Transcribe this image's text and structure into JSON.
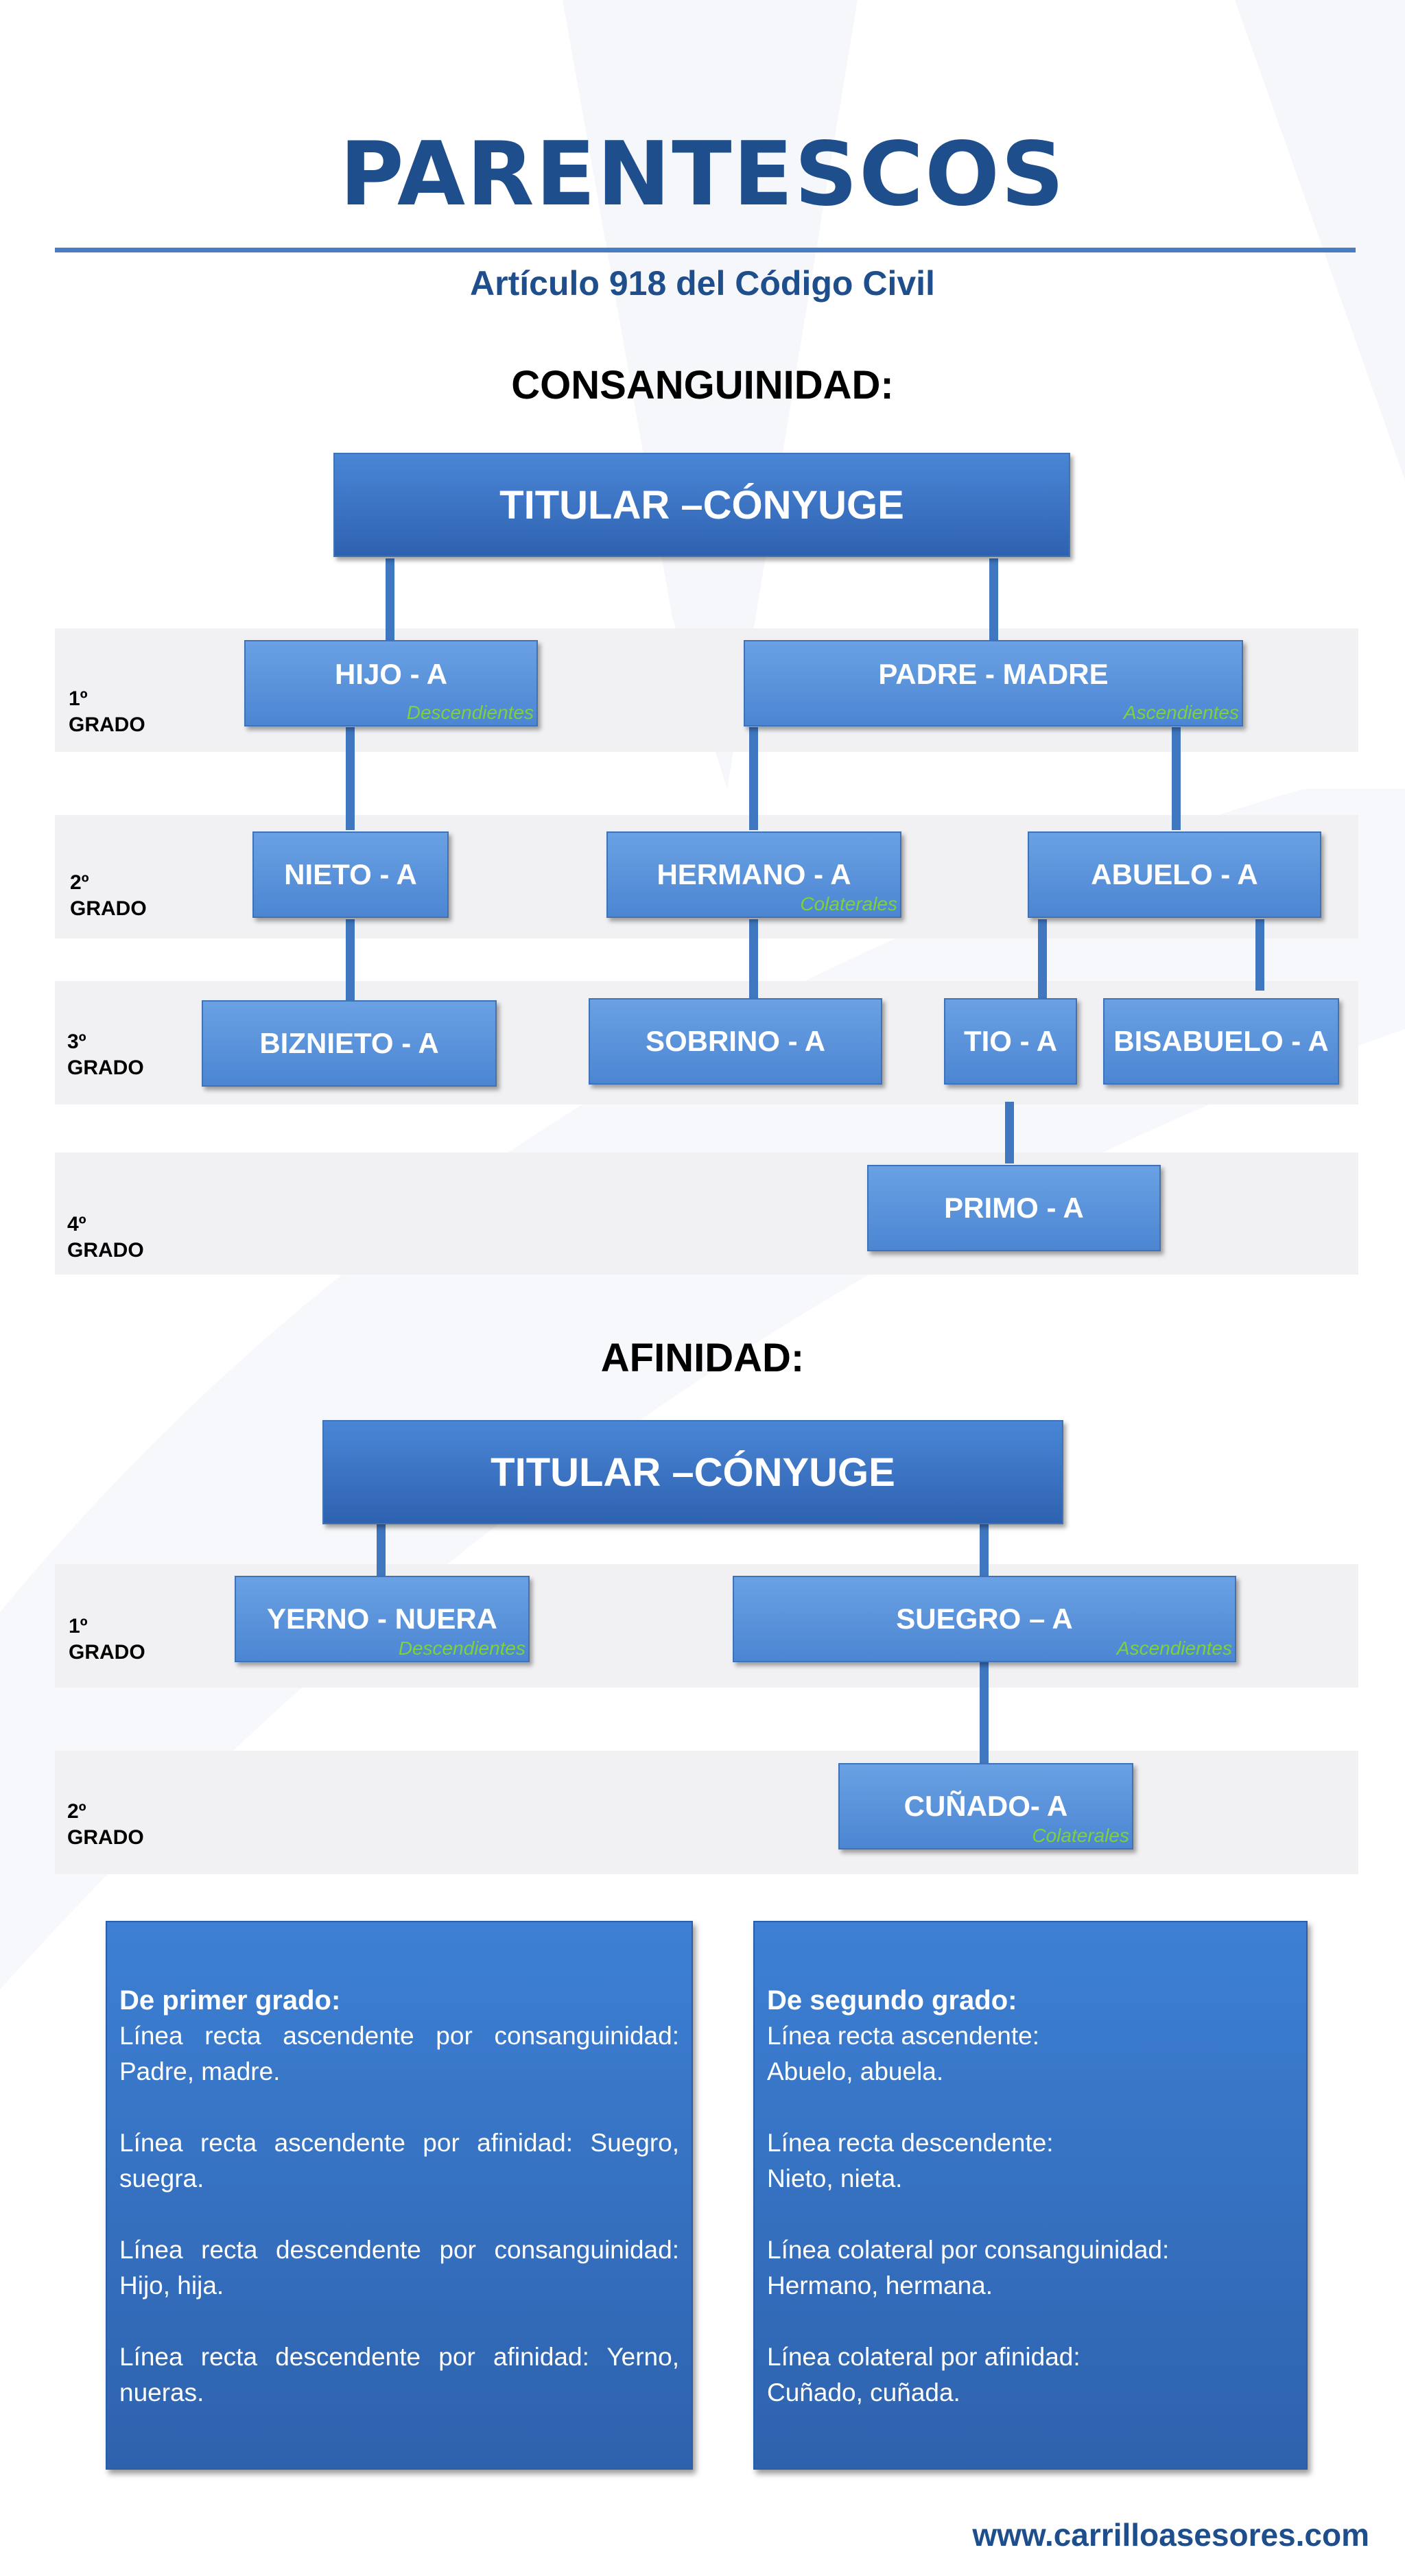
{
  "header": {
    "title": "PARENTESCOS",
    "subtitle": "Artículo 918 del Código Civil"
  },
  "consanguinidad": {
    "section_title": "CONSANGUINIDAD:",
    "root": "TITULAR –CÓNYUGE",
    "grades": [
      {
        "num": "1º",
        "word": "GRADO"
      },
      {
        "num": "2º",
        "word": "GRADO"
      },
      {
        "num": "3º",
        "word": "GRADO"
      },
      {
        "num": "4º",
        "word": "GRADO"
      }
    ],
    "nodes": {
      "hijo": {
        "label": "HIJO - A",
        "tag": "Descendientes"
      },
      "padre": {
        "label": "PADRE - MADRE",
        "tag": "Ascendientes"
      },
      "nieto": {
        "label": "NIETO - A"
      },
      "hermano": {
        "label": "HERMANO - A",
        "tag": "Colaterales"
      },
      "abuelo": {
        "label": "ABUELO - A"
      },
      "biznieto": {
        "label": "BIZNIETO - A"
      },
      "sobrino": {
        "label": "SOBRINO - A"
      },
      "tio": {
        "label": "TIO - A"
      },
      "bisabuelo": {
        "label": "BISABUELO - A"
      },
      "primo": {
        "label": "PRIMO - A"
      }
    }
  },
  "afinidad": {
    "section_title": "AFINIDAD:",
    "root": "TITULAR –CÓNYUGE",
    "grades": [
      {
        "num": "1º",
        "word": "GRADO"
      },
      {
        "num": "2º",
        "word": "GRADO"
      }
    ],
    "nodes": {
      "yerno": {
        "label": "YERNO - NUERA",
        "tag": "Descendientes"
      },
      "suegro": {
        "label": "SUEGRO – A",
        "tag": "Ascendientes"
      },
      "cunado": {
        "label": "CUÑADO- A",
        "tag": "Colaterales"
      }
    }
  },
  "notes": [
    {
      "heading": "De primer grado:",
      "lines": [
        "Línea recta ascendente por consanguinidad: Padre, madre.",
        "Línea recta ascendente por afinidad: Suegro, suegra.",
        "Línea recta descendente por consanguinidad: Hijo, hija.",
        "Línea recta descendente por afinidad: Yerno, nueras."
      ]
    },
    {
      "heading": "De segundo grado:",
      "lines": [
        "Línea recta ascendente:\nAbuelo, abuela.",
        "Línea recta descendente:\nNieto,  nieta.",
        "Línea colateral por consanguinidad:\nHermano, hermana.",
        "Línea colateral por afinidad:\nCuñado, cuñada."
      ]
    }
  ],
  "footer": {
    "url": "www.carrilloasesores.com"
  },
  "colors": {
    "title": "#1f4e8c",
    "node": "#5b95dc",
    "connector": "#3f77c0",
    "tag": "#7fd13b",
    "band": "#f1f1f3"
  }
}
